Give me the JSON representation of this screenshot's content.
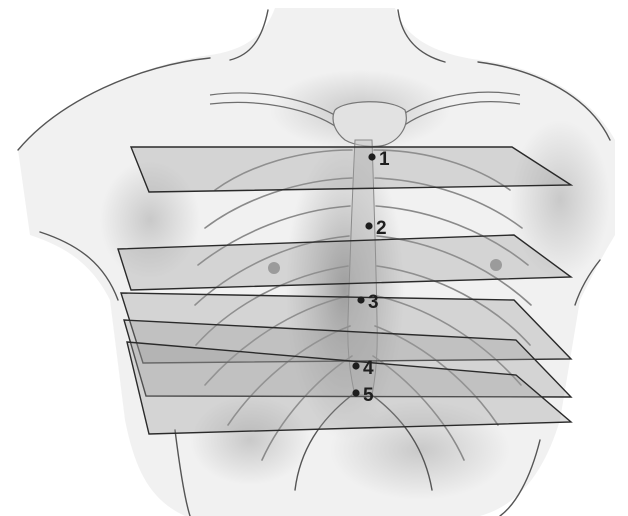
{
  "markers": [
    {
      "label": "1"
    },
    {
      "label": "2"
    },
    {
      "label": "3"
    },
    {
      "label": "4"
    },
    {
      "label": "5"
    }
  ],
  "colors": {
    "background": "#ffffff",
    "skin": "#f1f1f1",
    "shading": "#b9b9b9",
    "plane_fill": "#9a9a9a",
    "plane_edge": "#2a2a2a",
    "marker": "#1e1e1e"
  }
}
